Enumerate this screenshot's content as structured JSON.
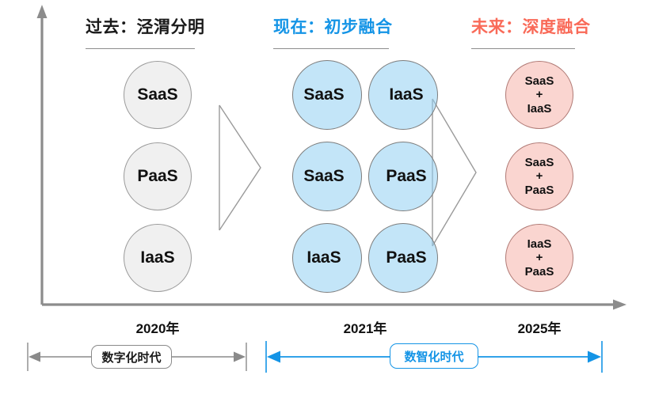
{
  "columns": [
    {
      "id": "past",
      "title": "过去：泾渭分明",
      "color": "#1a1a1a",
      "year": "2020年",
      "items": [
        "SaaS",
        "PaaS",
        "IaaS"
      ]
    },
    {
      "id": "now",
      "title": "现在：初步融合",
      "color": "#1494e6",
      "year": "2021年",
      "pairs": [
        {
          "left": "SaaS",
          "right": "IaaS"
        },
        {
          "left": "SaaS",
          "right": "PaaS"
        },
        {
          "left": "IaaS",
          "right": "PaaS"
        }
      ]
    },
    {
      "id": "future",
      "title": "未来：深度融合",
      "color": "#f96a58",
      "year": "2025年",
      "combos": [
        {
          "top": "SaaS",
          "plus": "+",
          "bottom": "IaaS"
        },
        {
          "top": "SaaS",
          "plus": "+",
          "bottom": "PaaS"
        },
        {
          "top": "IaaS",
          "plus": "+",
          "bottom": "PaaS"
        }
      ]
    }
  ],
  "eras": [
    {
      "id": "digital",
      "label": "数字化时代",
      "color": "#8a8a8a"
    },
    {
      "id": "intelligent",
      "label": "数智化时代",
      "color": "#1494e6"
    }
  ],
  "colors": {
    "axis": "#8c8c8c",
    "gray_fill": "#f0f0f0",
    "blue_fill": "#c5e5f7",
    "blue_overlap": "#a6d6f0",
    "pink_fill": "#fad5d0",
    "accent_blue": "#1494e6",
    "accent_red": "#f96a58"
  }
}
